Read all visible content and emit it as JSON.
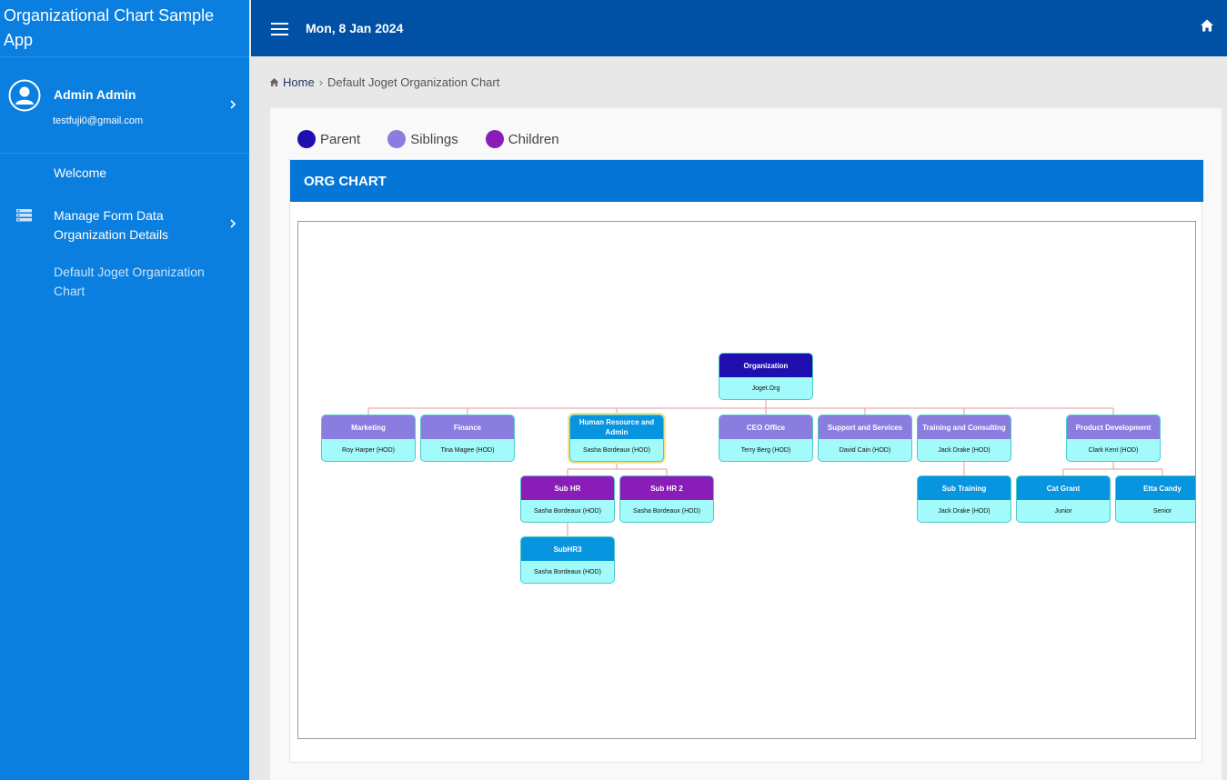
{
  "app": {
    "title": "Organizational Chart Sample App"
  },
  "user": {
    "name": "Admin Admin",
    "email": "testfuji0@gmail.com"
  },
  "nav": {
    "welcome": "Welcome",
    "manage": "Manage Form Data Organization Details",
    "default_chart": "Default Joget Organization Chart"
  },
  "topbar": {
    "date": "Mon, 8 Jan 2024"
  },
  "breadcrumb": {
    "home": "Home",
    "current": "Default Joget Organization Chart"
  },
  "legend": [
    {
      "label": "Parent",
      "color": "#1f0fae"
    },
    {
      "label": "Siblings",
      "color": "#8a7ddf"
    },
    {
      "label": "Children",
      "color": "#8a1cb8"
    }
  ],
  "panel": {
    "title": "ORG CHART"
  },
  "colors": {
    "sidebar": "#0a7fe0",
    "topbar": "#0051a5",
    "panel_header": "#0576d8",
    "parent": "#1f0fae",
    "sibling": "#8a7ddf",
    "child": "#8a1cb8",
    "focus": "#0795e0",
    "sub_focus": "#0795e0",
    "node_body": "#a3fafa",
    "connector": "#e59a9a"
  },
  "org": {
    "root": {
      "title": "Organization",
      "sub": "Joget.Org"
    },
    "siblings": [
      {
        "title": "Marketing",
        "sub": "Roy Harper (HOD)"
      },
      {
        "title": "Finance",
        "sub": "Tina Magee (HOD)"
      },
      {
        "title": "Human Resource and Admin",
        "sub": "Sasha Bordeaux (HOD)"
      },
      {
        "title": "CEO Office",
        "sub": "Terry Berg (HOD)"
      },
      {
        "title": "Support and Services",
        "sub": "David Cain (HOD)"
      },
      {
        "title": "Training and Consulting",
        "sub": "Jack Drake (HOD)"
      },
      {
        "title": "Product Development",
        "sub": "Clark Kent (HOD)"
      }
    ],
    "hr_children": [
      {
        "title": "Sub HR",
        "sub": "Sasha Bordeaux (HOD)"
      },
      {
        "title": "Sub HR 2",
        "sub": "Sasha Bordeaux (HOD)"
      }
    ],
    "subhr_child": {
      "title": "SubHR3",
      "sub": "Sasha Bordeaux (HOD)"
    },
    "training_child": {
      "title": "Sub Training",
      "sub": "Jack Drake (HOD)"
    },
    "product_children": [
      {
        "title": "Cat Grant",
        "sub": "Junior"
      },
      {
        "title": "Etta Candy",
        "sub": "Senior"
      }
    ]
  }
}
